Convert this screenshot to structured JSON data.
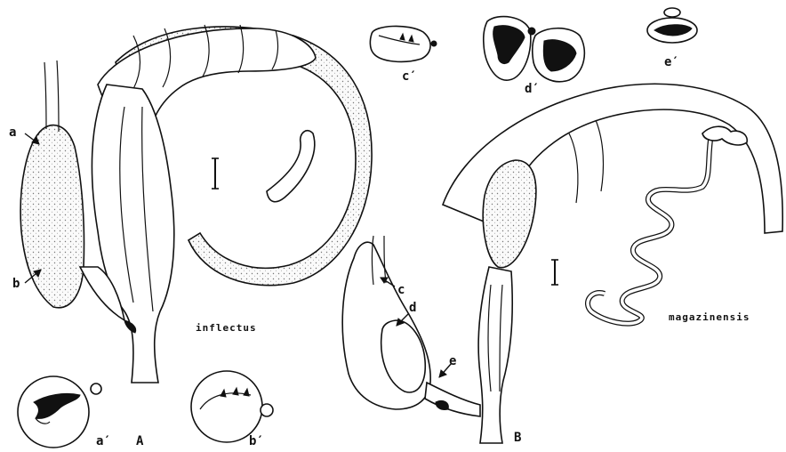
{
  "labels": {
    "a": "a",
    "b": "b",
    "c": "c",
    "d": "d",
    "e": "e",
    "a_prime": "a′",
    "b_prime": "b′",
    "c_prime": "c′",
    "d_prime": "d′",
    "e_prime": "e′",
    "panel_A": "A",
    "panel_B": "B"
  },
  "species": {
    "left": "inflectus",
    "right": "magazinensis"
  }
}
